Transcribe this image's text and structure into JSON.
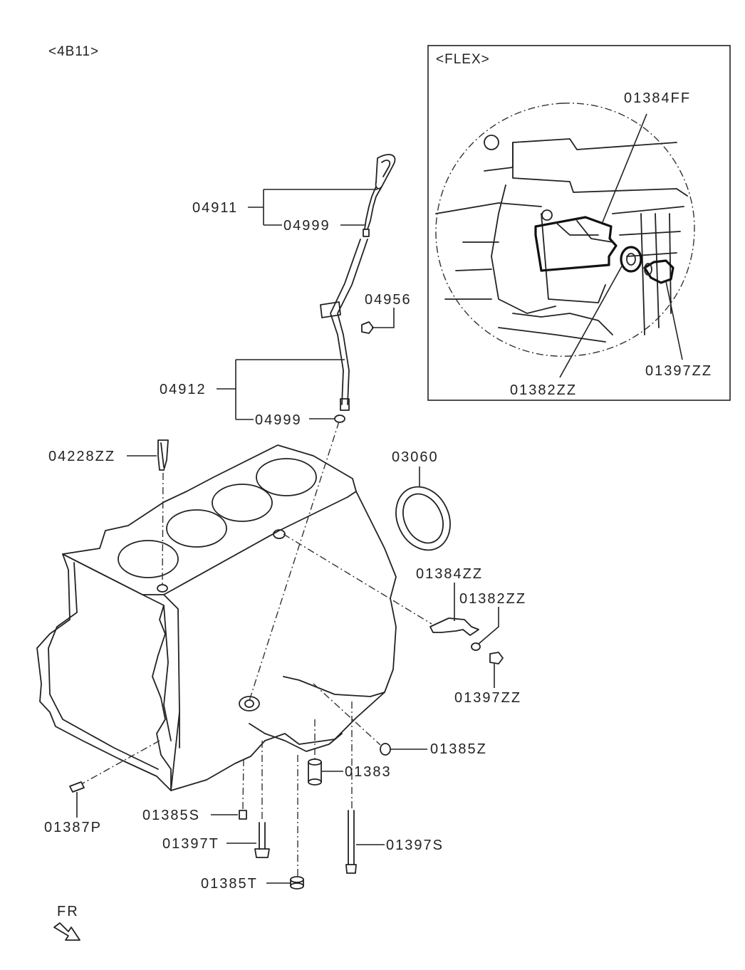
{
  "header": {
    "engine_code": "<4B11>"
  },
  "inset": {
    "title": "<FLEX>"
  },
  "parts": {
    "p04911": "04911",
    "p04999_upper": "04999",
    "p04956": "04956",
    "p04912": "04912",
    "p04999_lower": "04999",
    "p04228ZZ": "04228ZZ",
    "p03060": "03060",
    "p01384ZZ": "01384ZZ",
    "p01382ZZ": "01382ZZ",
    "p01397ZZ": "01397ZZ",
    "p01385Z": "01385Z",
    "p01383": "01383",
    "p01387P": "01387P",
    "p01385S": "01385S",
    "p01397T": "01397T",
    "p01397S": "01397S",
    "p01385T": "01385T",
    "inset_01384FF": "01384FF",
    "inset_01382ZZ": "01382ZZ",
    "inset_01397ZZ": "01397ZZ"
  },
  "direction": {
    "label": "FR"
  }
}
